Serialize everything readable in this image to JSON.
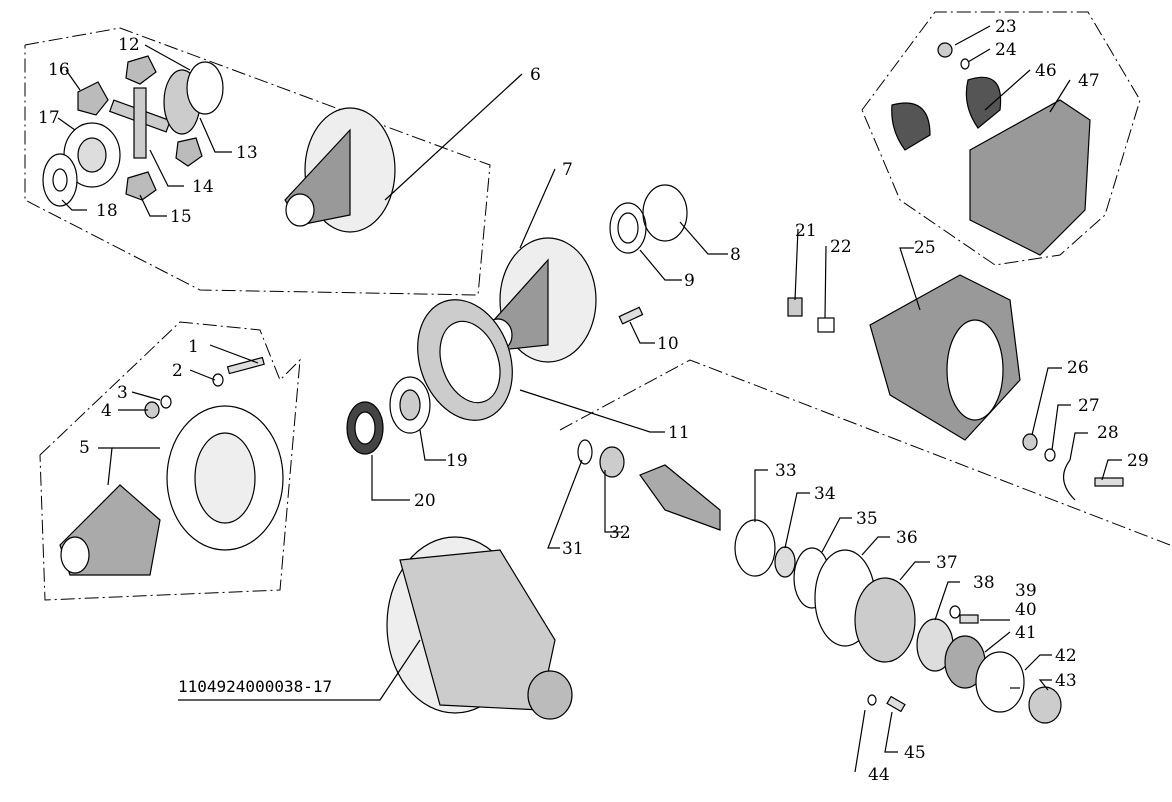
{
  "drawing": {
    "assembly_number": "1104924000038-17",
    "callouts": [
      "1",
      "2",
      "3",
      "4",
      "5",
      "6",
      "7",
      "8",
      "9",
      "10",
      "11",
      "12",
      "13",
      "14",
      "15",
      "16",
      "17",
      "18",
      "19",
      "20",
      "21",
      "22",
      "23",
      "24",
      "25",
      "26",
      "27",
      "28",
      "29",
      "31",
      "32",
      "33",
      "34",
      "35",
      "36",
      "37",
      "38",
      "39",
      "40",
      "41",
      "42",
      "43",
      "44",
      "45",
      "46",
      "47"
    ]
  }
}
